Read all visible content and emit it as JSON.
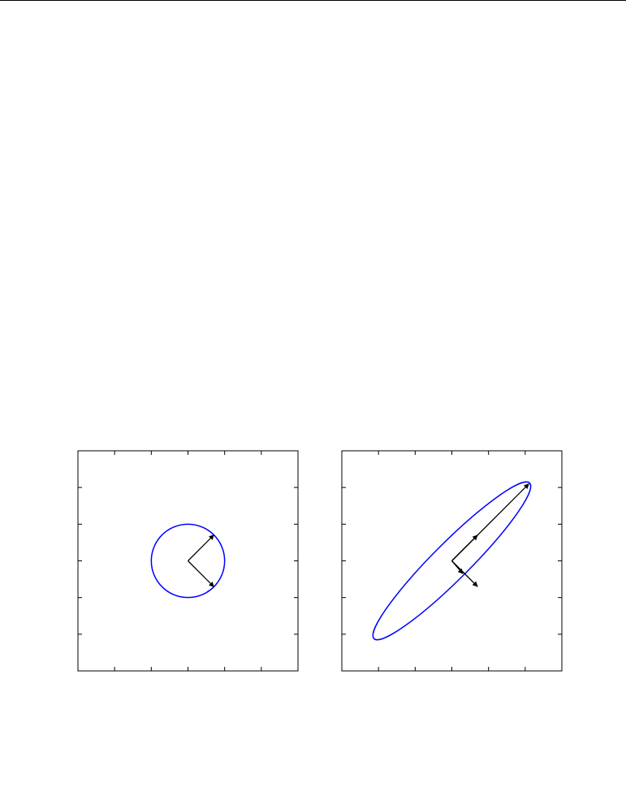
{
  "page": {
    "background": "#ffffff",
    "rule_color": "#000000"
  },
  "figure": {
    "ellipse_color": "#0000ff",
    "arrow_color": "#000000",
    "frame_color": "#000000",
    "panels": [
      {
        "name": "circle-panel",
        "axis_range": [
          -3,
          3
        ],
        "tick_values": [
          -2,
          -1,
          0,
          1,
          2
        ],
        "shape": {
          "center": [
            0,
            0
          ],
          "semi_major": 1.0,
          "semi_minor": 1.0,
          "angle_deg": 45
        },
        "arrows": [
          {
            "tip": [
              0.707,
              0.707
            ]
          },
          {
            "tip": [
              0.707,
              -0.707
            ]
          }
        ]
      },
      {
        "name": "ellipse-panel",
        "axis_range": [
          -3,
          3
        ],
        "tick_values": [
          -2,
          -1,
          0,
          1,
          2
        ],
        "shape": {
          "center": [
            0,
            0
          ],
          "semi_major": 3.0,
          "semi_minor": 0.5,
          "angle_deg": 45
        },
        "arrows": [
          {
            "tip": [
              2.1,
              2.1
            ],
            "mid_head": [
              0.7,
              0.7
            ]
          },
          {
            "tip": [
              0.7,
              -0.7
            ],
            "mid_head": [
              0.3,
              -0.35
            ]
          }
        ]
      }
    ]
  }
}
